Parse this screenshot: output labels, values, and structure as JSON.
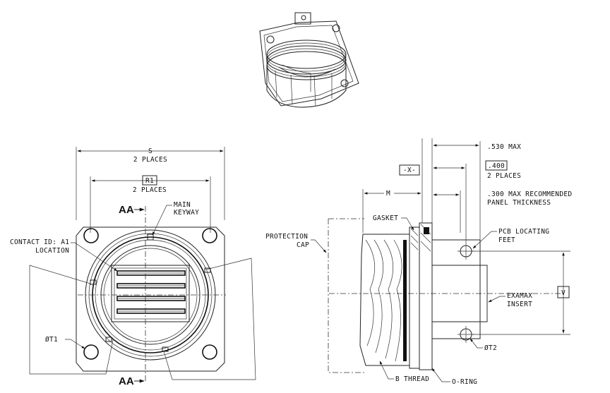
{
  "labels": {
    "dim_s": "S",
    "s_places": "2 PLACES",
    "dim_r1": "R1",
    "r1_places": "2 PLACES",
    "aa_top": "AA",
    "aa_bottom": "AA",
    "main_keyway_1": "MAIN",
    "main_keyway_2": "KEYWAY",
    "contact_id_1": "CONTACT ID: A1",
    "contact_id_2": "LOCATION",
    "t1": "ØT1",
    "protection_1": "PROTECTION",
    "protection_2": "CAP",
    "x_ref": "-X-",
    "m": "M",
    "gasket": "GASKET",
    "max530": ".530 MAX",
    "val400": ".400",
    "p400_places": "2 PLACES",
    "max300_1": ".300 MAX RECOMMENDED",
    "max300_2": "PANEL THICKNESS",
    "pcb_1": "PCB LOCATING",
    "pcb_2": "FEET",
    "examax_1": "EXAMAX",
    "examax_2": "INSERT",
    "v": "V",
    "t2": "ØT2",
    "b_thread": "B THREAD",
    "oring": "O-RING"
  }
}
